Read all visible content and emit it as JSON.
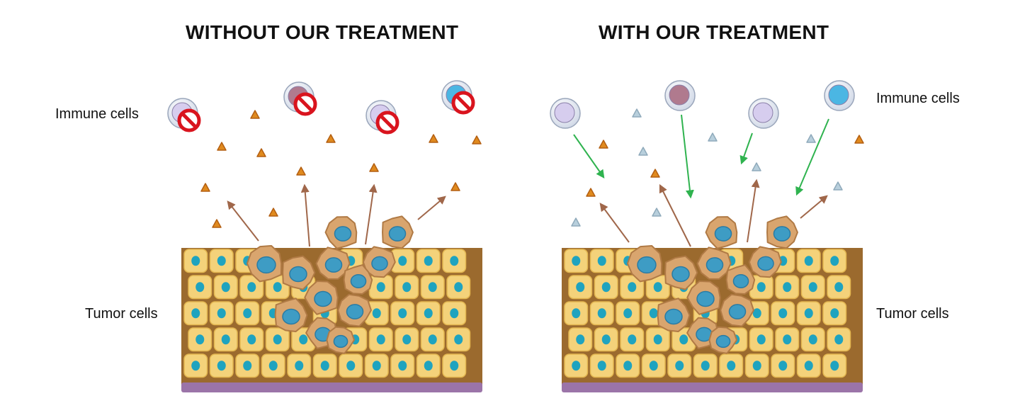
{
  "panels": {
    "left": {
      "title": "WITHOUT OUR TREATMENT",
      "immune_label": "Immune cells",
      "tumor_label": "Tumor cells",
      "immune_cells_blocked": true
    },
    "right": {
      "title": "WITH OUR TREATMENT",
      "immune_label": "Immune cells",
      "tumor_label": "Tumor cells",
      "immune_cells_blocked": false
    }
  },
  "colors": {
    "healthy_cell": "#F4D27A",
    "healthy_nucleus": "#1FA3BF",
    "tumor_cell": "#D9A56E",
    "tumor_nucleus": "#3E9CC4",
    "matrix": "#9B6A2E",
    "basement": "#9B74A8",
    "signal_active": "#E08A1E",
    "signal_inactive": "#B8CFDC",
    "arrow_emit": "#A0674A",
    "arrow_attack": "#2FB34F",
    "block_sign": "#D9141E"
  },
  "icons": {
    "block": "no-entry-icon",
    "signal": "triangle-icon"
  }
}
